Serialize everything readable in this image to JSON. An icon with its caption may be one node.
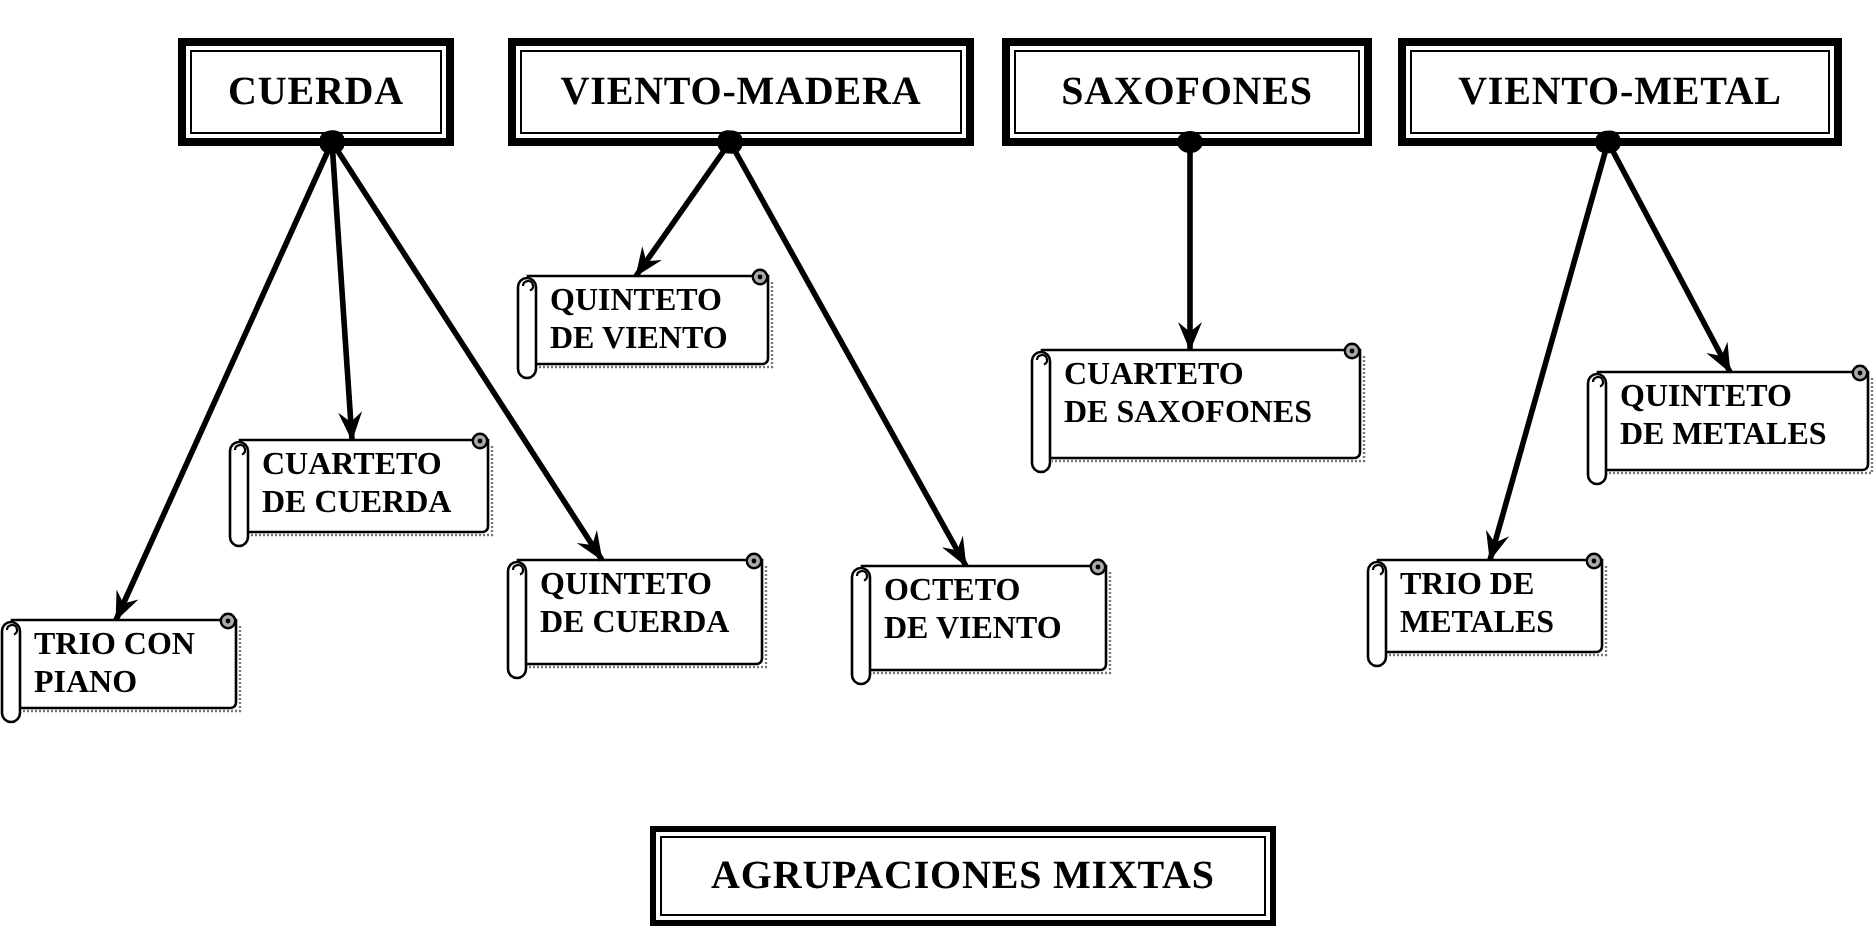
{
  "diagram": {
    "nodes": [
      {
        "text": [
          "CUERDA"
        ]
      },
      {
        "text": [
          "VIENTO-MADERA"
        ]
      },
      {
        "text": [
          "SAXOFONES"
        ]
      },
      {
        "text": [
          "VIENTO-METAL"
        ]
      },
      {
        "text": [
          "TRIO CON PIANO"
        ]
      },
      {
        "text": [
          "CUARTETO DE CUERDA"
        ]
      },
      {
        "text": [
          "QUINTETO DE CUERDA"
        ]
      },
      {
        "text": [
          "QUINTETO DE VIENTO"
        ]
      },
      {
        "text": [
          "OCTETO DE VIENTO"
        ]
      },
      {
        "text": [
          "CUARTETO DE SAXOFONES"
        ]
      },
      {
        "text": [
          "TRIO DE METALES"
        ]
      },
      {
        "text": [
          "QUINTETO DE METALES"
        ]
      },
      {
        "text": [
          "AGRUPACIONES MIXTAS"
        ]
      }
    ],
    "edges": [
      {
        "from": 0,
        "to": 4,
        "arrow": "to"
      },
      {
        "from": 0,
        "to": 5,
        "arrow": "to"
      },
      {
        "from": 0,
        "to": 6,
        "arrow": "to"
      },
      {
        "from": 1,
        "to": 7,
        "arrow": "to"
      },
      {
        "from": 1,
        "to": 8,
        "arrow": "to"
      },
      {
        "from": 2,
        "to": 9,
        "arrow": "to"
      },
      {
        "from": 3,
        "to": 10,
        "arrow": "to"
      },
      {
        "from": 3,
        "to": 11,
        "arrow": "to"
      }
    ]
  }
}
